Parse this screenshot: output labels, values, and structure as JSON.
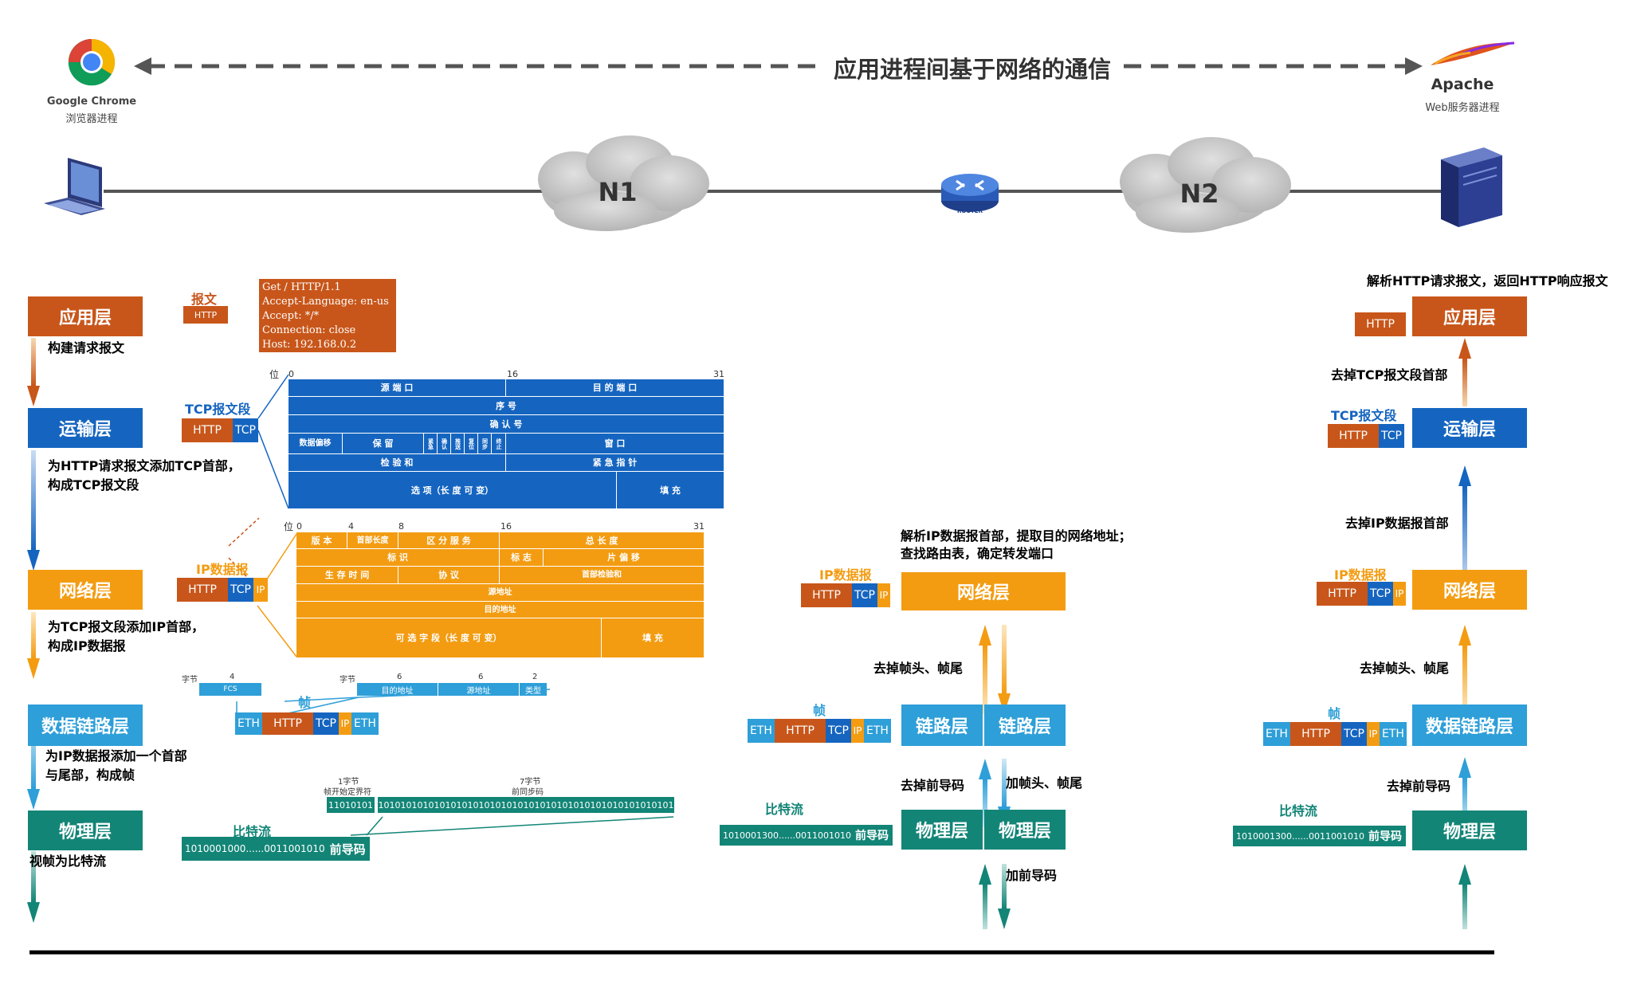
{
  "top": {
    "title": "应用进程间基于网络的通信",
    "chrome_name": "Google Chrome",
    "chrome_sub": "浏览器进程",
    "apache_name": "Apache",
    "apache_sub": "Web服务器进程",
    "n1": "N1",
    "n2": "N2",
    "router": "ROUTER"
  },
  "left": {
    "layers": [
      "应用层",
      "运输层",
      "网络层",
      "数据链路层",
      "物理层"
    ],
    "steps": [
      "构建请求报文",
      "为HTTP请求报文添加TCP首部，",
      "构成TCP报文段",
      "为TCP报文段添加IP首部，",
      "构成IP数据报",
      "为IP数据报添加一个首部",
      "与尾部，构成帧",
      "视帧为比特流"
    ],
    "msg_label": "报文",
    "msg_lines": [
      "Get / HTTP/1.1",
      "Accept-Language: en-us",
      "Accept: */*",
      "Connection: close",
      "Host: 192.168.0.2"
    ],
    "tcp_label": "TCP报文段",
    "ip_label": "IP数据报",
    "frame_label": "帧",
    "bit_label": "比特流",
    "bits": "1010001000......0011001010",
    "preamble": "前导码"
  },
  "tags": {
    "http": "HTTP",
    "tcp": "TCP",
    "ip": "IP",
    "eth": "ETH"
  },
  "tcp_header": {
    "pos": "位",
    "b0": "0",
    "b16": "16",
    "b31": "31",
    "src_port": "源 端 口",
    "dst_port": "目 的 端 口",
    "seq": "序 号",
    "ack": "确 认 号",
    "offset": "数据偏移",
    "reserved": "保  留",
    "flags": [
      "紧急",
      "确认",
      "推送",
      "复位",
      "同步",
      "终止"
    ],
    "window": "窗  口",
    "checksum": "检 验 和",
    "urgent": "紧 急 指 针",
    "options": "选  项（长 度 可 变）",
    "padding": "填  充"
  },
  "ip_header": {
    "pos": "位",
    "b0": "0",
    "b4": "4",
    "b8": "8",
    "b16": "16",
    "b31": "31",
    "version": "版 本",
    "ihl": "首部长度",
    "tos": "区 分 服 务",
    "total": "总 长 度",
    "id": "标  识",
    "flags": "标 志",
    "frag": "片 偏 移",
    "ttl": "生 存 时 间",
    "proto": "协 议",
    "hcs": "首部检验和",
    "src": "源地址",
    "dst": "目的地址",
    "options": "可 选 字 段（长 度 可 变）",
    "padding": "填  充"
  },
  "frame_detail": {
    "bytes": "字节",
    "n4": "4",
    "fcs": "FCS",
    "n6a": "6",
    "n6b": "6",
    "n2": "2",
    "dst": "目的地址",
    "src": "源地址",
    "type": "类型"
  },
  "preamble_detail": {
    "sfd_len": "1字节",
    "sfd": "帧开始定界符",
    "pre_len": "7字节",
    "pre": "前同步码",
    "sfd_bits": "11010101",
    "pre_bits": "10101010101010101010101010101010101010101010101010101"
  },
  "router_side": {
    "desc1": "解析IP数据报首部，提取目的网络地址；",
    "desc2": "查找路由表，确定转发端口",
    "ip_label": "IP数据报",
    "net": "网络层",
    "remove_frame": "去掉帧头、帧尾",
    "frame_label": "帧",
    "dl_left": "链路层",
    "dl_right": "链路层",
    "remove_pre": "去掉前导码",
    "add_frame": "加帧头、帧尾",
    "bit_label": "比特流",
    "bits": "1010001300......0011001010",
    "preamble": "前导码",
    "ph_left": "物理层",
    "ph_right": "物理层",
    "add_pre": "加前导码"
  },
  "right": {
    "desc": "解析HTTP请求报文，返回HTTP响应报文",
    "layers": [
      "应用层",
      "运输层",
      "网络层",
      "数据链路层",
      "物理层"
    ],
    "remove_tcp": "去掉TCP报文段首部",
    "tcp_label": "TCP报文段",
    "remove_ip": "去掉IP数据报首部",
    "ip_label": "IP数据报",
    "remove_frame": "去掉帧头、帧尾",
    "frame_label": "帧",
    "remove_pre": "去掉前导码",
    "bit_label": "比特流",
    "bits": "1010001300......0011001010",
    "preamble": "前导码"
  },
  "colors": {
    "app": "#c8561a",
    "transport": "#1565c0",
    "network": "#f39c12",
    "datalink": "#2e9fd8",
    "physical": "#138577"
  }
}
